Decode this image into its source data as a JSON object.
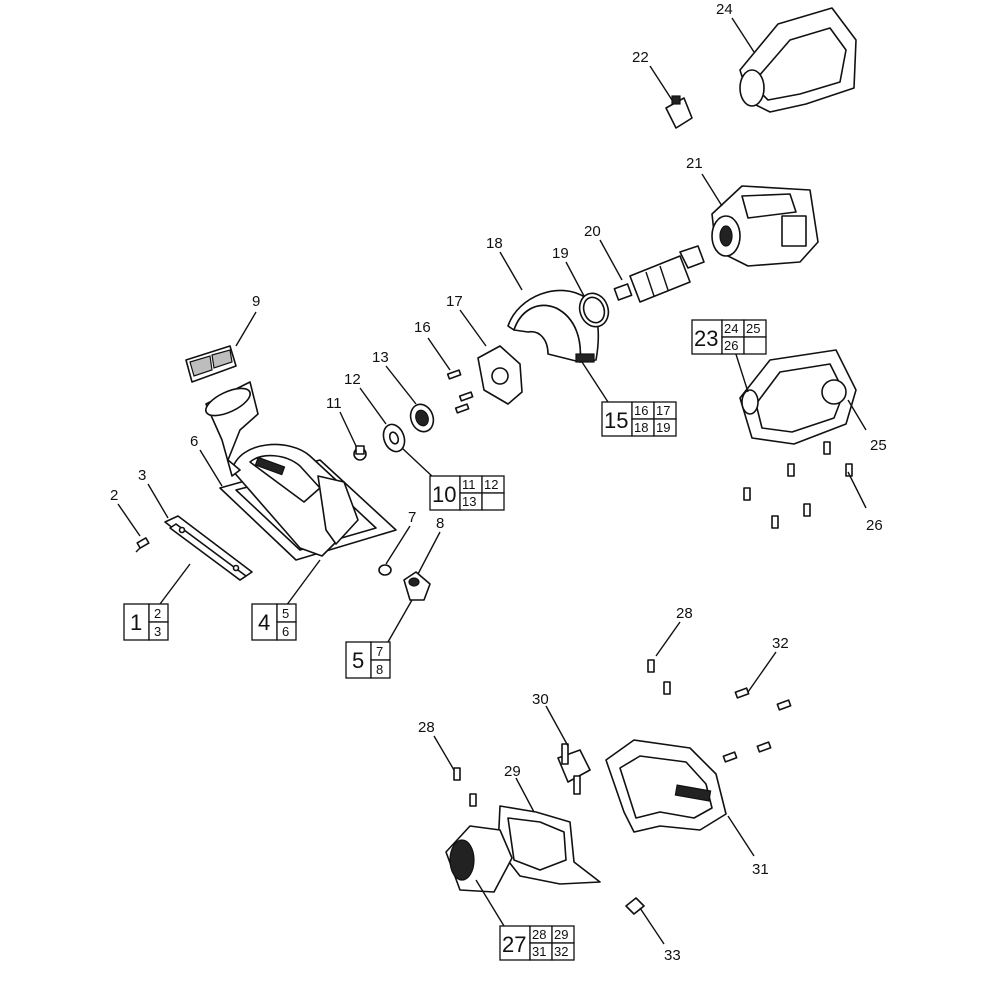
{
  "callouts": [
    {
      "id": "c2",
      "text": "2"
    },
    {
      "id": "c3",
      "text": "3"
    },
    {
      "id": "c6",
      "text": "6"
    },
    {
      "id": "c7",
      "text": "7"
    },
    {
      "id": "c8",
      "text": "8"
    },
    {
      "id": "c9",
      "text": "9"
    },
    {
      "id": "c11",
      "text": "11"
    },
    {
      "id": "c12",
      "text": "12"
    },
    {
      "id": "c13",
      "text": "13"
    },
    {
      "id": "c16",
      "text": "16"
    },
    {
      "id": "c17",
      "text": "17"
    },
    {
      "id": "c18",
      "text": "18"
    },
    {
      "id": "c19",
      "text": "19"
    },
    {
      "id": "c20",
      "text": "20"
    },
    {
      "id": "c21",
      "text": "21"
    },
    {
      "id": "c22",
      "text": "22"
    },
    {
      "id": "c24",
      "text": "24"
    },
    {
      "id": "c25",
      "text": "25"
    },
    {
      "id": "c26",
      "text": "26"
    },
    {
      "id": "c28a",
      "text": "28"
    },
    {
      "id": "c28b",
      "text": "28"
    },
    {
      "id": "c29",
      "text": "29"
    },
    {
      "id": "c30",
      "text": "30"
    },
    {
      "id": "c31",
      "text": "31"
    },
    {
      "id": "c32",
      "text": "32"
    },
    {
      "id": "c33",
      "text": "33"
    }
  ],
  "kits": [
    {
      "main": "1",
      "subs": [
        "2",
        "3"
      ]
    },
    {
      "main": "4",
      "subs": [
        "5",
        "6"
      ]
    },
    {
      "main": "5",
      "subs": [
        "7",
        "8"
      ]
    },
    {
      "main": "10",
      "subs": [
        "11",
        "12",
        "13"
      ]
    },
    {
      "main": "15",
      "subs": [
        "16",
        "17",
        "18",
        "19"
      ]
    },
    {
      "main": "23",
      "subs": [
        "24",
        "25",
        "26"
      ]
    },
    {
      "main": "27",
      "subs": [
        "28",
        "29",
        "31",
        "32"
      ]
    }
  ]
}
